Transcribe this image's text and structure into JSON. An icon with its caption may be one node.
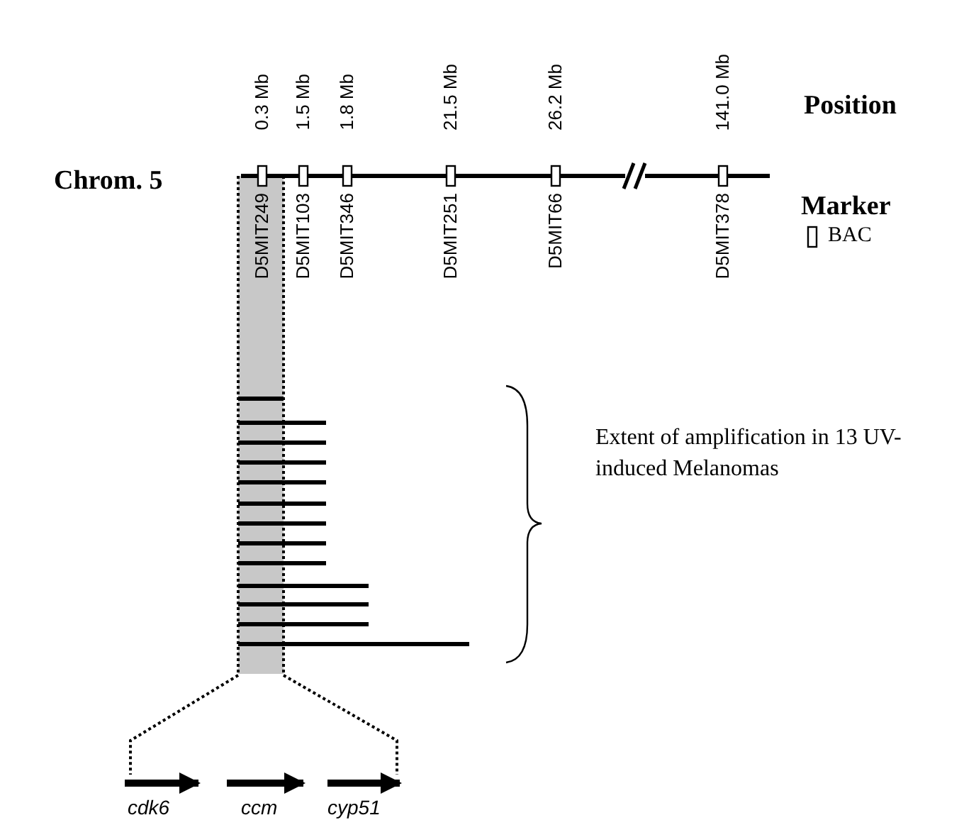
{
  "diagram": {
    "labels": [
      "Position",
      "0.3 Mb",
      "1.5 Mb",
      "1.8 Mb",
      "21.5 Mb",
      "26.2 Mb",
      "141.0 Mb",
      "Chrom. 5",
      "D5MIT249",
      "D5MIT103",
      "D5MIT346",
      "D5MIT251",
      "D5MIT66",
      "D5MIT378",
      "Marker",
      "Extent of amplification in 13 UV-induced Melanomas",
      "cdk6",
      "ccm",
      "cyp51"
    ],
    "legend": [
      {
        "text": "BAC"
      }
    ]
  }
}
